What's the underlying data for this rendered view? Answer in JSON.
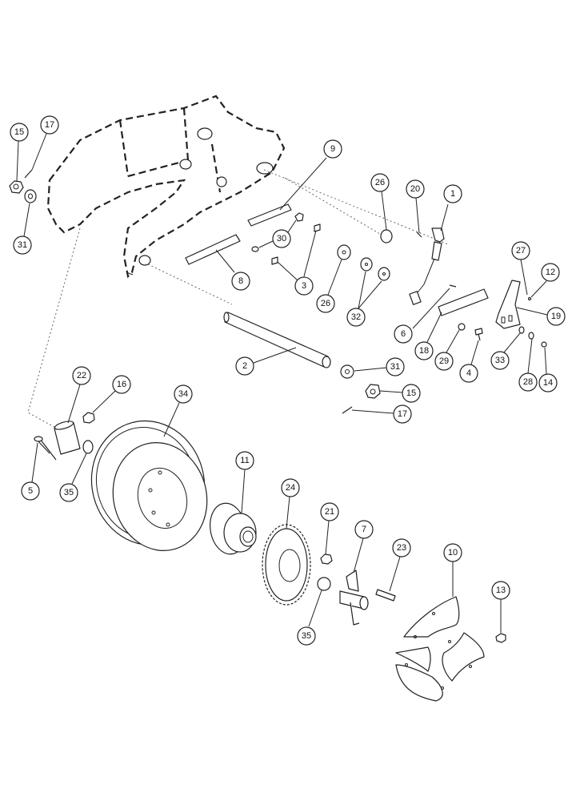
{
  "callouts": [
    {
      "id": "c1",
      "label": "1"
    },
    {
      "id": "c2",
      "label": "2"
    },
    {
      "id": "c3",
      "label": "3"
    },
    {
      "id": "c4",
      "label": "4"
    },
    {
      "id": "c5",
      "label": "5"
    },
    {
      "id": "c6",
      "label": "6"
    },
    {
      "id": "c7",
      "label": "7"
    },
    {
      "id": "c8",
      "label": "8"
    },
    {
      "id": "c9",
      "label": "9"
    },
    {
      "id": "c10",
      "label": "10"
    },
    {
      "id": "c11",
      "label": "11"
    },
    {
      "id": "c12",
      "label": "12"
    },
    {
      "id": "c13",
      "label": "13"
    },
    {
      "id": "c14",
      "label": "14"
    },
    {
      "id": "c15a",
      "label": "15"
    },
    {
      "id": "c15b",
      "label": "15"
    },
    {
      "id": "c16",
      "label": "16"
    },
    {
      "id": "c17a",
      "label": "17"
    },
    {
      "id": "c17b",
      "label": "17"
    },
    {
      "id": "c18",
      "label": "18"
    },
    {
      "id": "c19",
      "label": "19"
    },
    {
      "id": "c20",
      "label": "20"
    },
    {
      "id": "c21",
      "label": "21"
    },
    {
      "id": "c22",
      "label": "22"
    },
    {
      "id": "c23",
      "label": "23"
    },
    {
      "id": "c24",
      "label": "24"
    },
    {
      "id": "c26a",
      "label": "26"
    },
    {
      "id": "c26b",
      "label": "26"
    },
    {
      "id": "c27",
      "label": "27"
    },
    {
      "id": "c28",
      "label": "28"
    },
    {
      "id": "c29",
      "label": "29"
    },
    {
      "id": "c30",
      "label": "30"
    },
    {
      "id": "c31a",
      "label": "31"
    },
    {
      "id": "c31b",
      "label": "31"
    },
    {
      "id": "c32",
      "label": "32"
    },
    {
      "id": "c33",
      "label": "33"
    },
    {
      "id": "c34",
      "label": "34"
    },
    {
      "id": "c35a",
      "label": "35"
    },
    {
      "id": "c35b",
      "label": "35"
    }
  ]
}
